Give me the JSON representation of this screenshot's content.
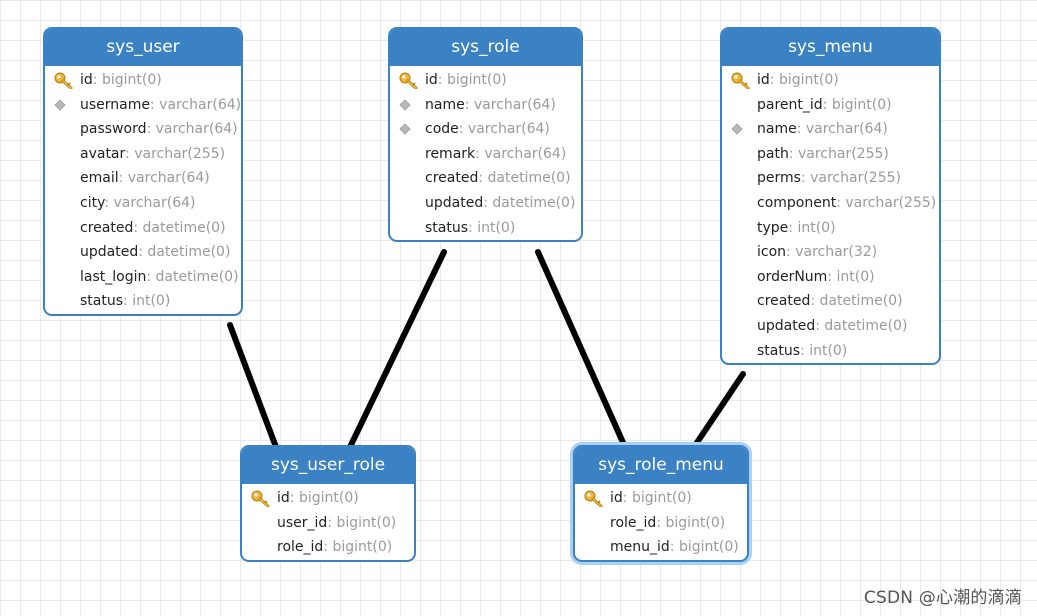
{
  "tables": [
    {
      "key": "sys_user",
      "name": "sys_user",
      "fields": [
        {
          "name": "id",
          "type": ": bigint(0)",
          "icon": "key-icon"
        },
        {
          "name": "username",
          "type": ": varchar(64)",
          "icon": "diamond-icon"
        },
        {
          "name": "password",
          "type": ": varchar(64)",
          "icon": ""
        },
        {
          "name": "avatar",
          "type": ": varchar(255)",
          "icon": ""
        },
        {
          "name": "email",
          "type": ": varchar(64)",
          "icon": ""
        },
        {
          "name": "city",
          "type": ": varchar(64)",
          "icon": ""
        },
        {
          "name": "created",
          "type": ": datetime(0)",
          "icon": ""
        },
        {
          "name": "updated",
          "type": ": datetime(0)",
          "icon": ""
        },
        {
          "name": "last_login",
          "type": ": datetime(0)",
          "icon": ""
        },
        {
          "name": "status",
          "type": ": int(0)",
          "icon": ""
        }
      ]
    },
    {
      "key": "sys_role",
      "name": "sys_role",
      "fields": [
        {
          "name": "id",
          "type": ": bigint(0)",
          "icon": "key-icon"
        },
        {
          "name": "name",
          "type": ": varchar(64)",
          "icon": "diamond-icon"
        },
        {
          "name": "code",
          "type": ": varchar(64)",
          "icon": "diamond-icon"
        },
        {
          "name": "remark",
          "type": ": varchar(64)",
          "icon": ""
        },
        {
          "name": "created",
          "type": ": datetime(0)",
          "icon": ""
        },
        {
          "name": "updated",
          "type": ": datetime(0)",
          "icon": ""
        },
        {
          "name": "status",
          "type": ": int(0)",
          "icon": ""
        }
      ]
    },
    {
      "key": "sys_menu",
      "name": "sys_menu",
      "fields": [
        {
          "name": "id",
          "type": ": bigint(0)",
          "icon": "key-icon"
        },
        {
          "name": "parent_id",
          "type": ": bigint(0)",
          "icon": ""
        },
        {
          "name": "name",
          "type": ": varchar(64)",
          "icon": "diamond-icon"
        },
        {
          "name": "path",
          "type": ": varchar(255)",
          "icon": ""
        },
        {
          "name": "perms",
          "type": ": varchar(255)",
          "icon": ""
        },
        {
          "name": "component",
          "type": ": varchar(255)",
          "icon": ""
        },
        {
          "name": "type",
          "type": ": int(0)",
          "icon": ""
        },
        {
          "name": "icon",
          "type": ": varchar(32)",
          "icon": ""
        },
        {
          "name": "orderNum",
          "type": ": int(0)",
          "icon": ""
        },
        {
          "name": "created",
          "type": ": datetime(0)",
          "icon": ""
        },
        {
          "name": "updated",
          "type": ": datetime(0)",
          "icon": ""
        },
        {
          "name": "status",
          "type": ": int(0)",
          "icon": ""
        }
      ]
    },
    {
      "key": "sys_user_role",
      "name": "sys_user_role",
      "fields": [
        {
          "name": "id",
          "type": ": bigint(0)",
          "icon": "key-icon"
        },
        {
          "name": "user_id",
          "type": ": bigint(0)",
          "icon": ""
        },
        {
          "name": "role_id",
          "type": ": bigint(0)",
          "icon": ""
        }
      ]
    },
    {
      "key": "sys_role_menu",
      "name": "sys_role_menu",
      "selected": true,
      "fields": [
        {
          "name": "id",
          "type": ": bigint(0)",
          "icon": "key-icon"
        },
        {
          "name": "role_id",
          "type": ": bigint(0)",
          "icon": ""
        },
        {
          "name": "menu_id",
          "type": ": bigint(0)",
          "icon": ""
        }
      ]
    }
  ],
  "links": [
    {
      "from": "sys_user",
      "to": "sys_user_role"
    },
    {
      "from": "sys_role",
      "to": "sys_user_role"
    },
    {
      "from": "sys_role",
      "to": "sys_role_menu"
    },
    {
      "from": "sys_menu",
      "to": "sys_role_menu"
    }
  ],
  "colors": {
    "header": "#3b82c4",
    "line": "#000000",
    "key": "#f2b634",
    "diamond": "#b8b8b8"
  },
  "watermark": "CSDN @心潮的滴滴"
}
